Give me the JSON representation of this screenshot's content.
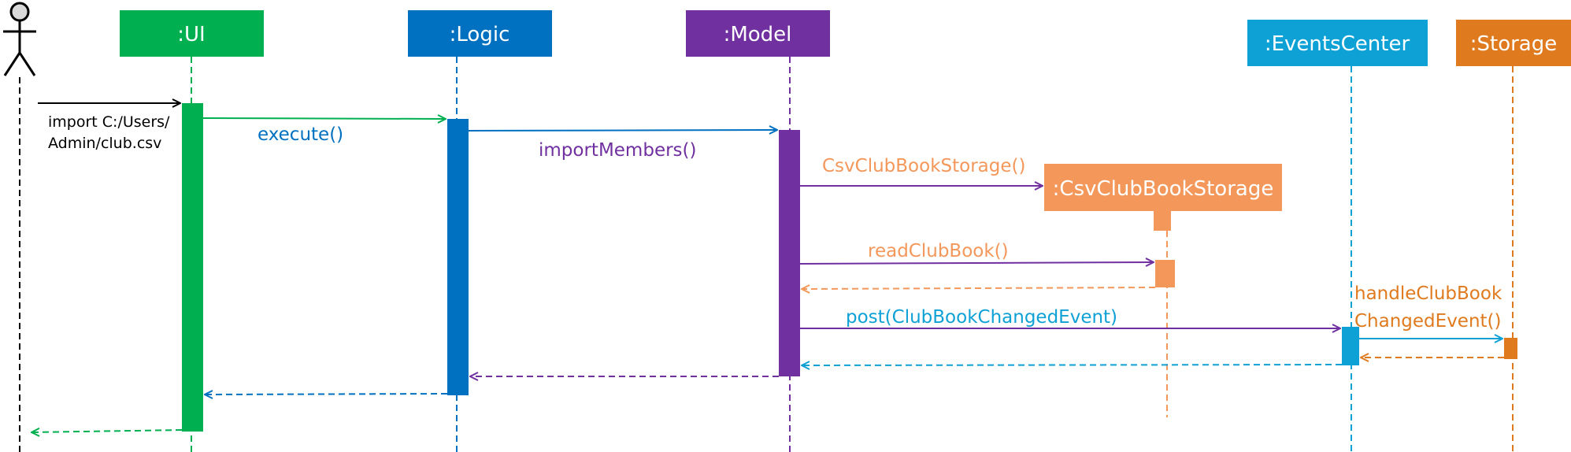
{
  "colors": {
    "ui": "#00B050",
    "logic": "#0070C0",
    "model": "#7030A0",
    "csv": "#F4975A",
    "events": "#0EA1D6",
    "storage": "#E07A1F",
    "actor": "#000000"
  },
  "actor": {
    "icon": "stick-figure-icon"
  },
  "lifelines": {
    "ui": ":UI",
    "logic": ":Logic",
    "model": ":Model",
    "csv": ":CsvClubBookStorage",
    "events": ":EventsCenter",
    "storage": ":Storage"
  },
  "messages": {
    "import_line1": "import C:/Users/",
    "import_line2": "Admin/club.csv",
    "execute": "execute()",
    "import_members": "importMembers()",
    "csv_constructor": "CsvClubBookStorage()",
    "read_club_book": "readClubBook()",
    "post": "post(ClubBookChangedEvent)",
    "handle_line1": "handleClubBook",
    "handle_line2": "ChangedEvent()"
  }
}
